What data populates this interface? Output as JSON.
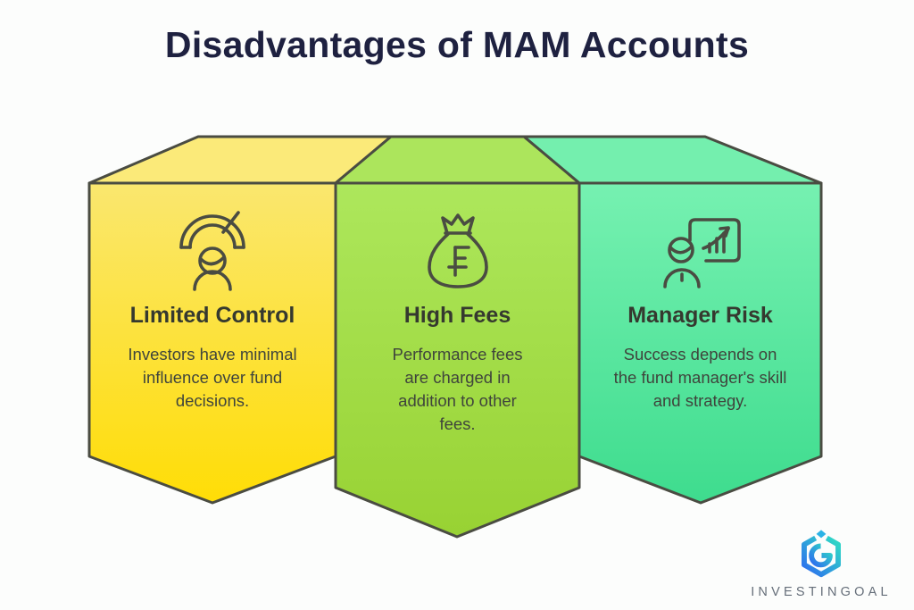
{
  "title": "Disadvantages of MAM Accounts",
  "theme": {
    "background": "#fcfdfc",
    "title_color": "#1e2140",
    "outline_color": "#4a4c42",
    "heading_color": "#35392f",
    "body_text_color": "#3f443c"
  },
  "banners": [
    {
      "id": "limited-control",
      "icon": "gauge-person-icon",
      "heading": "Limited Control",
      "description": "Investors have minimal influence over fund decisions.",
      "color_top": "#fae76f",
      "color_bottom": "#ffdd06",
      "fold_color": "#fbea79"
    },
    {
      "id": "high-fees",
      "icon": "money-bag-franc-icon",
      "heading": "High Fees",
      "description": "Performance fees are charged in addition to other fees.",
      "color_top": "#ade75c",
      "color_bottom": "#98d233",
      "fold_color": "#ace55c"
    },
    {
      "id": "manager-risk",
      "icon": "presenter-chart-icon",
      "heading": "Manager Risk",
      "description": "Success depends on the fund manager's skill and strategy.",
      "color_top": "#76f1b1",
      "color_bottom": "#3edc8e",
      "fold_color": "#74efae"
    }
  ],
  "logo": {
    "brand": "INVESTINGOAL",
    "gradient_start": "#2e6bf0",
    "gradient_end": "#2fd3c8",
    "diamond_color": "#2bb3e6",
    "text_color": "#656e79"
  }
}
